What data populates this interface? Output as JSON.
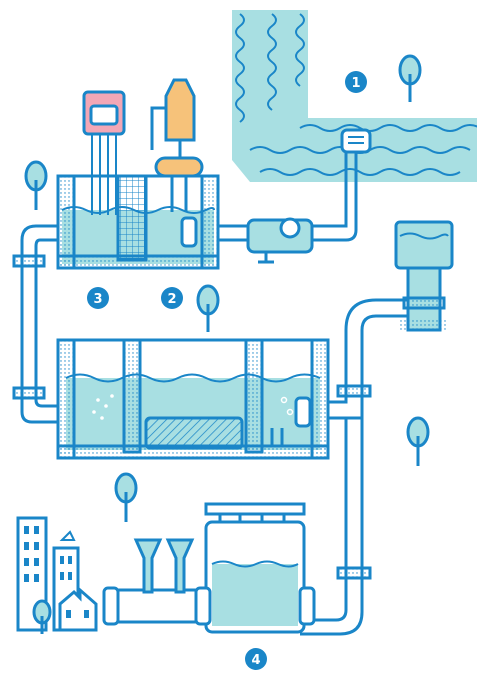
{
  "colors": {
    "outline": "#1a86c8",
    "water": "#a8dfe2",
    "water_dark": "#6fc8d2",
    "water_light": "#cfeef0",
    "badge": "#1a86c8",
    "badge_text": "#ffffff",
    "panel_pink": "#f2a7b6",
    "panel_orange": "#f6c27a",
    "tree": "#a8dfe2"
  },
  "steps": [
    {
      "label": "1",
      "name": "water-intake"
    },
    {
      "label": "2",
      "name": "chemical-dosing"
    },
    {
      "label": "3",
      "name": "filtration"
    },
    {
      "label": "4",
      "name": "storage-distribution"
    }
  ]
}
